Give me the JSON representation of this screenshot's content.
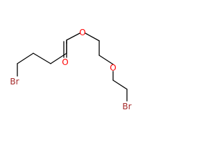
{
  "molecule": {
    "atoms": {
      "br_left": {
        "symbol": "Br",
        "color": "#A52A2A"
      },
      "o_ester": {
        "symbol": "O",
        "color": "#FF0000"
      },
      "o_carbonyl": {
        "symbol": "O",
        "color": "#FF0000"
      },
      "o_ether": {
        "symbol": "O",
        "color": "#FF0000"
      },
      "br_right": {
        "symbol": "Br",
        "color": "#A52A2A"
      }
    },
    "bond_color": "#000000"
  }
}
